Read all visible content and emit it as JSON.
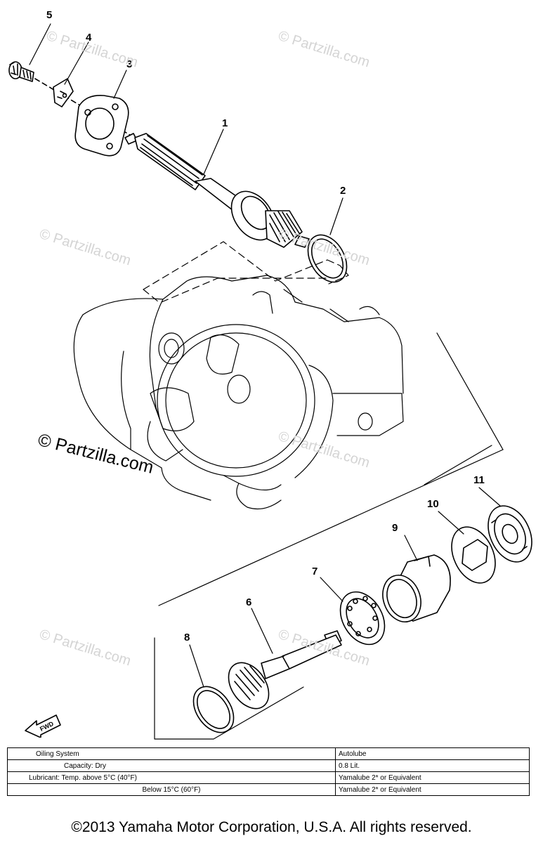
{
  "callouts": {
    "c1": "1",
    "c2": "2",
    "c3": "3",
    "c4": "4",
    "c5": "5",
    "c6": "6",
    "c7": "7",
    "c8": "8",
    "c9": "9",
    "c10": "10",
    "c11": "11"
  },
  "watermark": {
    "main": "© Partzilla.com",
    "faint": "© Partzilla.com"
  },
  "fwd_label": "FWD",
  "spec_table": {
    "rows": [
      {
        "label": "Oiling System",
        "value": "Autolube"
      },
      {
        "label": "Capacity: Dry",
        "value": "0.8 Lit."
      },
      {
        "label": "Lubricant: Temp. above 5°C (40°F)",
        "value": "Yamalube 2* or Equivalent"
      },
      {
        "label": "Below 15°C (60°F)",
        "value": "Yamalube 2* or Equivalent"
      }
    ]
  },
  "copyright": "©2013  Yamaha Motor Corporation, U.S.A. All rights reserved."
}
